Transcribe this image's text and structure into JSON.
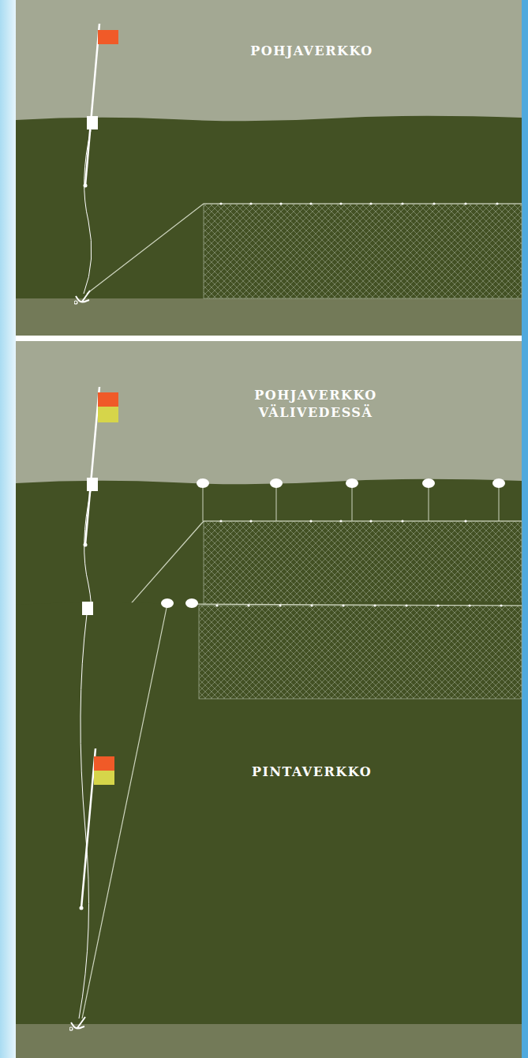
{
  "diagram": {
    "labels": [
      "POHJAVERKKO",
      "POHJAVERKKO VÄLIVEDESSÄ",
      "PINTAVERKKO"
    ]
  }
}
